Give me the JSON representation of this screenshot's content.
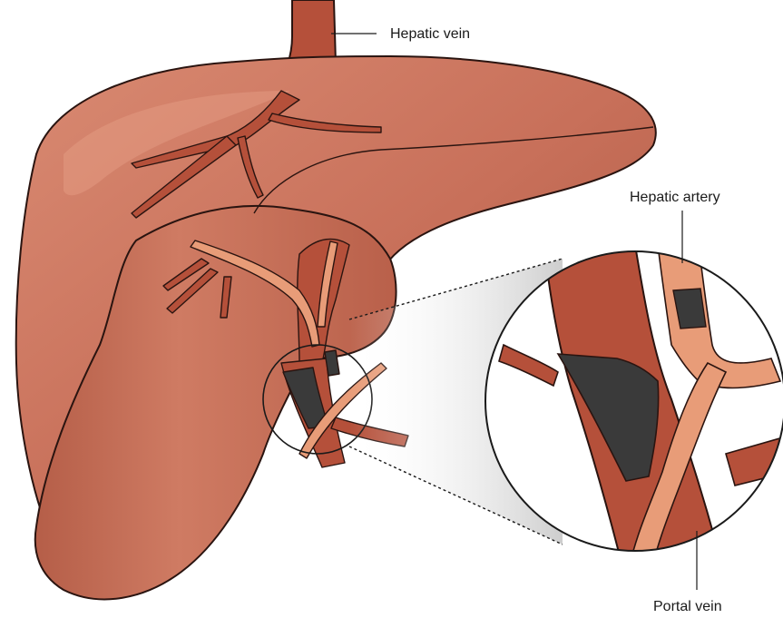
{
  "labels": {
    "hepatic_vein": "Hepatic vein",
    "hepatic_artery": "Hepatic artery",
    "portal_vein": "Portal vein"
  },
  "colors": {
    "liver": "#c8705a",
    "liver_dark": "#a8523e",
    "vessel": "#b5503a",
    "artery": "#e89c78",
    "thrombus": "#3a3a3a",
    "outline": "#2a1410",
    "zoom_shade": "#d9d9d9"
  }
}
